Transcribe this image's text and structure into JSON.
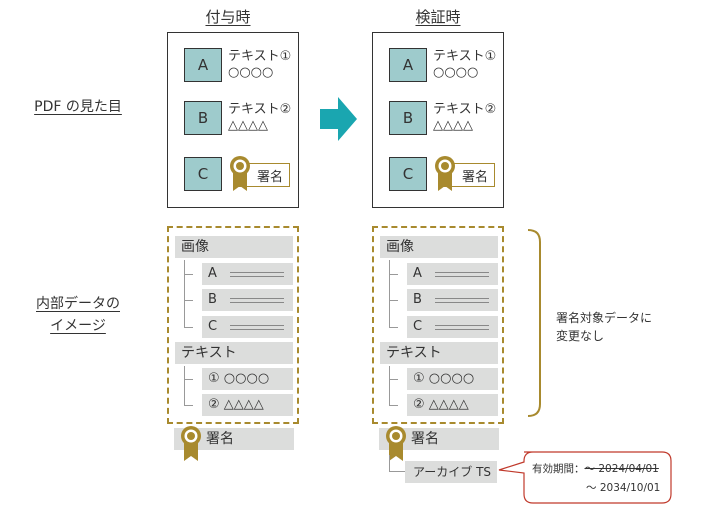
{
  "columns": {
    "left_title": "付与時",
    "right_title": "検証時"
  },
  "row_labels": {
    "pdf": "PDF の見た目",
    "internal_line1": "内部データの",
    "internal_line2": "イメージ"
  },
  "pdf_view": {
    "blocks": [
      "A",
      "B",
      "C"
    ],
    "text1_line1": "テキスト①",
    "text1_line2": "○○○○",
    "text2_line1": "テキスト②",
    "text2_line2": "△△△△",
    "signature": "署名"
  },
  "internal": {
    "image_header": "画像",
    "image_items": [
      "A",
      "B",
      "C"
    ],
    "text_header": "テキスト",
    "text_items": [
      "① ○○○○",
      "② △△△△"
    ],
    "signature": "署名"
  },
  "verify": {
    "archive_ts": "アーカイブ TS",
    "bracket_note_line1": "署名対象データに",
    "bracket_note_line2": "変更なし",
    "validity_label": "有効期間：",
    "validity_old": "～ 2024/04/01",
    "validity_new": "～ 2034/10/01"
  },
  "colors": {
    "block_fill": "#9ecbcc",
    "gold": "#a88a2e",
    "arrow": "#1aa6b0",
    "gray": "#dcdddc",
    "callout_border": "#c0392b"
  }
}
